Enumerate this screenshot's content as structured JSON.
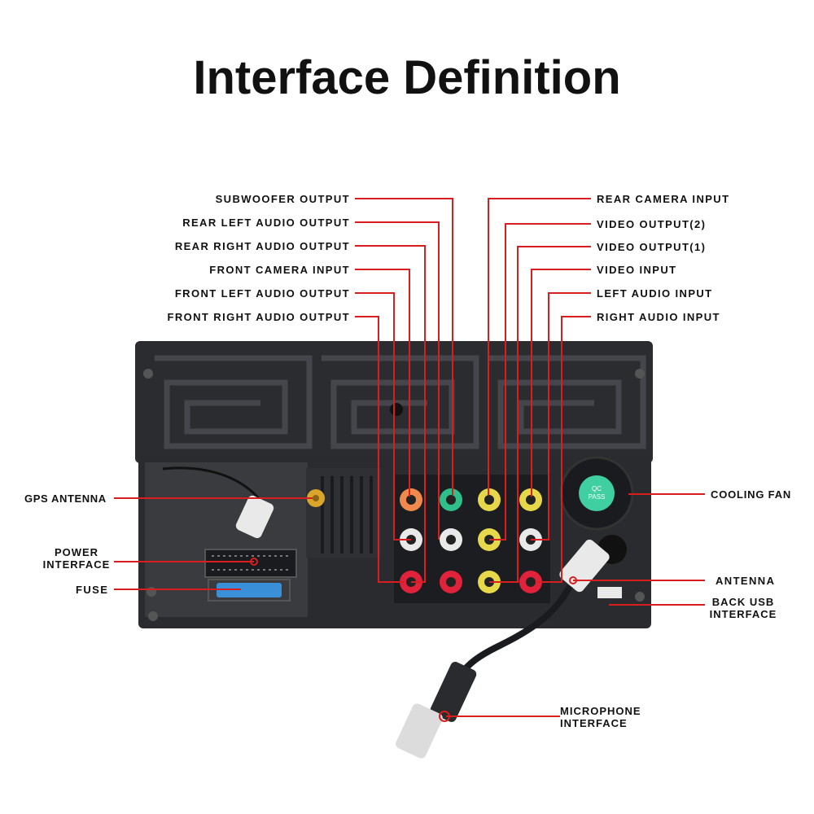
{
  "title": "Interface Definition",
  "labels": {
    "subwoofer_output": "SUBWOOFER OUTPUT",
    "rear_left_audio_output": "REAR LEFT AUDIO OUTPUT",
    "rear_right_audio_output": "REAR RIGHT AUDIO OUTPUT",
    "front_camera_input": "FRONT CAMERA INPUT",
    "front_left_audio_output": "FRONT LEFT AUDIO OUTPUT",
    "front_right_audio_output": "FRONT RIGHT AUDIO OUTPUT",
    "rear_camera_input": "REAR CAMERA INPUT",
    "video_output_2": "VIDEO OUTPUT(2)",
    "video_output_1": "VIDEO OUTPUT(1)",
    "video_input": "VIDEO INPUT",
    "left_audio_input": "LEFT AUDIO INPUT",
    "right_audio_input": "RIGHT AUDIO INPUT",
    "gps_antenna": "GPS ANTENNA",
    "power_interface": "POWER\nINTERFACE",
    "fuse": "FUSE",
    "cooling_fan": "COOLING FAN",
    "antenna": "ANTENNA",
    "back_usb_interface": "BACK USB\nINTERFACE",
    "microphone_interface": "MICROPHONE\nINTERFACE"
  },
  "device_text": {
    "qc_line1": "QC",
    "qc_line2": "PASS"
  },
  "colors": {
    "leader_line": "#d81e1e",
    "device_body": "#2b2c2f",
    "device_dark": "#1c1d20",
    "rca_red": "#e0223a",
    "rca_white": "#e9e9e9",
    "rca_yellow": "#e6d84a",
    "rca_green": "#2fbf8a",
    "rca_orange": "#f08a4c",
    "qc_sticker": "#3fcfa0",
    "fuse_blue": "#3a8fd9"
  }
}
